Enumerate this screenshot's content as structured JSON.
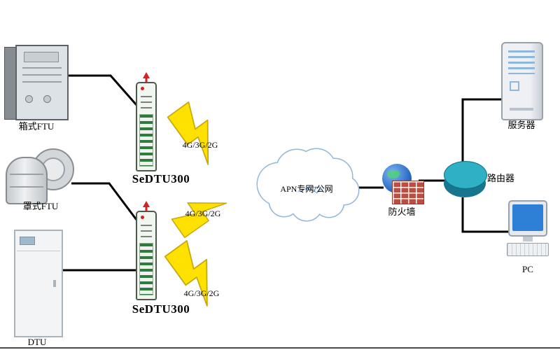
{
  "nodes": {
    "box_ftu": {
      "label": "箱式FTU"
    },
    "dome_ftu": {
      "label": "罩式FTU"
    },
    "dtu": {
      "label": "DTU"
    },
    "sedtu_1": {
      "label": "SeDTU300"
    },
    "sedtu_2": {
      "label": "SeDTU300"
    },
    "cloud": {
      "label": "APN专网/公网"
    },
    "firewall": {
      "label": "防火墙"
    },
    "router": {
      "label": "路由器"
    },
    "server": {
      "label": "服务器"
    },
    "pc": {
      "label": "PC"
    }
  },
  "links": {
    "wireless_1": {
      "label": "4G/3G/2G"
    },
    "wireless_2": {
      "label": "4G/3G/2G"
    },
    "wireless_3": {
      "label": "4G/3G/2G"
    }
  },
  "colors": {
    "lightning": "#FFE100",
    "lightning_edge": "#C9A80A",
    "cloud_outline": "#94B8DC",
    "router_teal": "#2FB0C4",
    "connector": "#000000"
  },
  "icons": {
    "cloud": "cloud-icon",
    "firewall": "firewall-icon",
    "router": "router-icon",
    "server": "server-icon",
    "pc": "pc-icon",
    "lightning": "lightning-icon"
  }
}
